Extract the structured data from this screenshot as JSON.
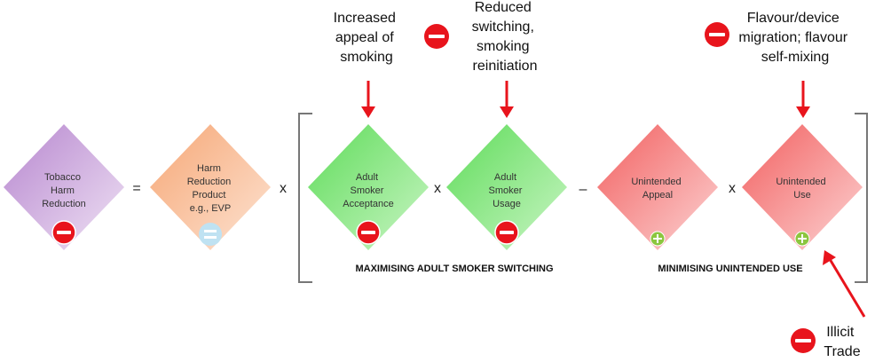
{
  "diagram": {
    "shapes": [
      {
        "id": "tobacco-harm-reduction",
        "lines": [
          "Tobacco",
          "Harm",
          "Reduction"
        ],
        "badge": "minus"
      },
      {
        "id": "harm-reduction-product",
        "lines": [
          "Harm",
          "Reduction",
          "Product",
          "e.g., EVP"
        ],
        "badge": "equals"
      },
      {
        "id": "adult-smoker-acceptance",
        "lines": [
          "Adult",
          "Smoker",
          "Acceptance"
        ],
        "badge": "minus"
      },
      {
        "id": "adult-smoker-usage",
        "lines": [
          "Adult",
          "Smoker",
          "Usage"
        ],
        "badge": "minus"
      },
      {
        "id": "unintended-appeal",
        "lines": [
          "Unintended",
          "Appeal"
        ],
        "badge": "plus"
      },
      {
        "id": "unintended-use",
        "lines": [
          "Unintended",
          "Use"
        ],
        "badge": "plus"
      }
    ],
    "operators": [
      "=",
      "x",
      "x",
      "–",
      "x"
    ],
    "annotations": [
      {
        "id": "increased-appeal",
        "lines": [
          "Increased",
          "appeal of",
          "smoking"
        ]
      },
      {
        "id": "reduced-switching",
        "lines": [
          "Reduced",
          "switching,",
          "smoking",
          "reinitiation"
        ]
      },
      {
        "id": "flavour-migration",
        "lines": [
          "Flavour/device",
          "migration; flavour",
          "self-mixing"
        ]
      },
      {
        "id": "illicit-trade",
        "lines": [
          "Illicit",
          "Trade"
        ]
      }
    ],
    "sections": {
      "maximising": "MAXIMISING ADULT SMOKER SWITCHING",
      "minimising": "MINIMISING UNINTENDED USE"
    },
    "colors": {
      "purple": "#c9a0d8",
      "orange": "#f7b98f",
      "green": "#7fe07a",
      "red": "#f47b7b",
      "arrow": "#e8141c",
      "badge_red": "#e8141c",
      "badge_blue": "#bfe2f2",
      "badge_green": "#8cc63f"
    }
  }
}
